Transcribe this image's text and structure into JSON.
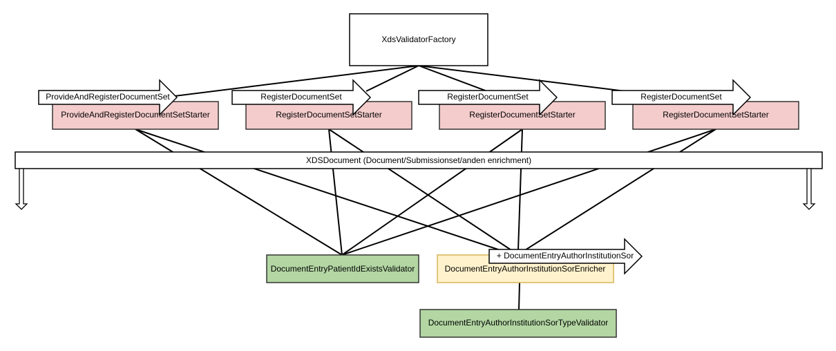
{
  "diagram": {
    "factory": {
      "label": "XdsValidatorFactory"
    },
    "starters": [
      {
        "label": "ProvideAndRegisterDocumentSetStarter",
        "arrow_label": "ProvideAndRegisterDocumentSet"
      },
      {
        "label": "RegisterDocumentSetStarter",
        "arrow_label": "RegisterDocumentSet"
      },
      {
        "label": "RegisterDocumentSetStarter",
        "arrow_label": "RegisterDocumentSet"
      },
      {
        "label": "RegisterDocumentSetStarter",
        "arrow_label": "RegisterDocumentSet"
      }
    ],
    "xds_document_bar": {
      "label": "XDSDocument (Document/Submissionset/anden enrichment)"
    },
    "patient_validator": {
      "label": "DocumentEntryPatientIdExistsValidator"
    },
    "enricher": {
      "label": "DocumentEntryAuthorInstitutionSorEnricher",
      "arrow_label": "+ DocumentEntryAuthorInstitutionSor"
    },
    "type_validator": {
      "label": "DocumentEntryAuthorInstitutionSorTypeValidator"
    }
  },
  "colors": {
    "starter_fill": "#f4cccc",
    "validator_fill": "#b3d6a3",
    "enricher_fill": "#fff2cc",
    "stroke": "#333333"
  }
}
